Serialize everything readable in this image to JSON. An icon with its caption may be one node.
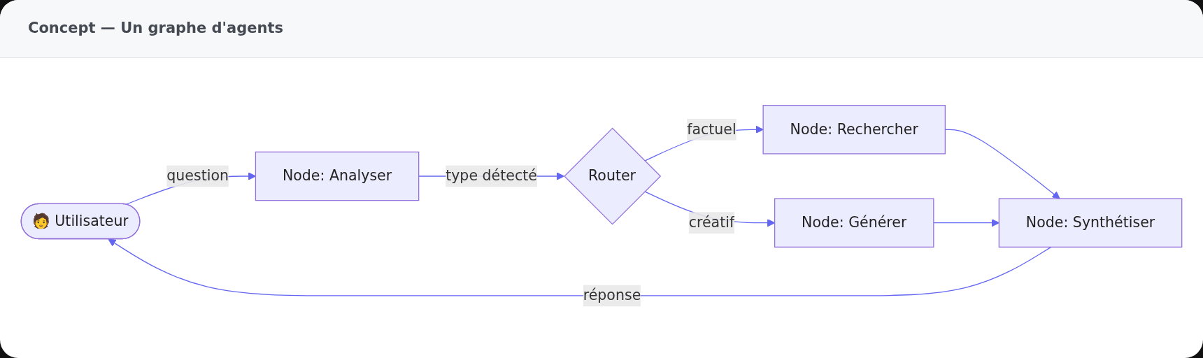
{
  "diagram": {
    "title": "Concept — Un graphe d'agents",
    "nodes": [
      {
        "text": [
          "🧑 Utilisateur"
        ]
      },
      {
        "text": [
          "Node: Analyser"
        ]
      },
      {
        "text": [
          "Router"
        ]
      },
      {
        "text": [
          "Node: Rechercher"
        ]
      },
      {
        "text": [
          "Node: Générer"
        ]
      },
      {
        "text": [
          "Node: Synthétiser"
        ]
      }
    ],
    "edges": [
      {
        "from": 0,
        "to": 1,
        "arrow": "to",
        "label": "question"
      },
      {
        "from": 1,
        "to": 2,
        "arrow": "to",
        "label": "type détecté"
      },
      {
        "from": 2,
        "to": 3,
        "arrow": "to",
        "label": "factuel"
      },
      {
        "from": 2,
        "to": 4,
        "arrow": "to",
        "label": "créatif"
      },
      {
        "from": 3,
        "to": 5,
        "arrow": "to"
      },
      {
        "from": 4,
        "to": 5,
        "arrow": "to"
      },
      {
        "from": 5,
        "to": 0,
        "arrow": "to",
        "label": "réponse"
      }
    ]
  }
}
